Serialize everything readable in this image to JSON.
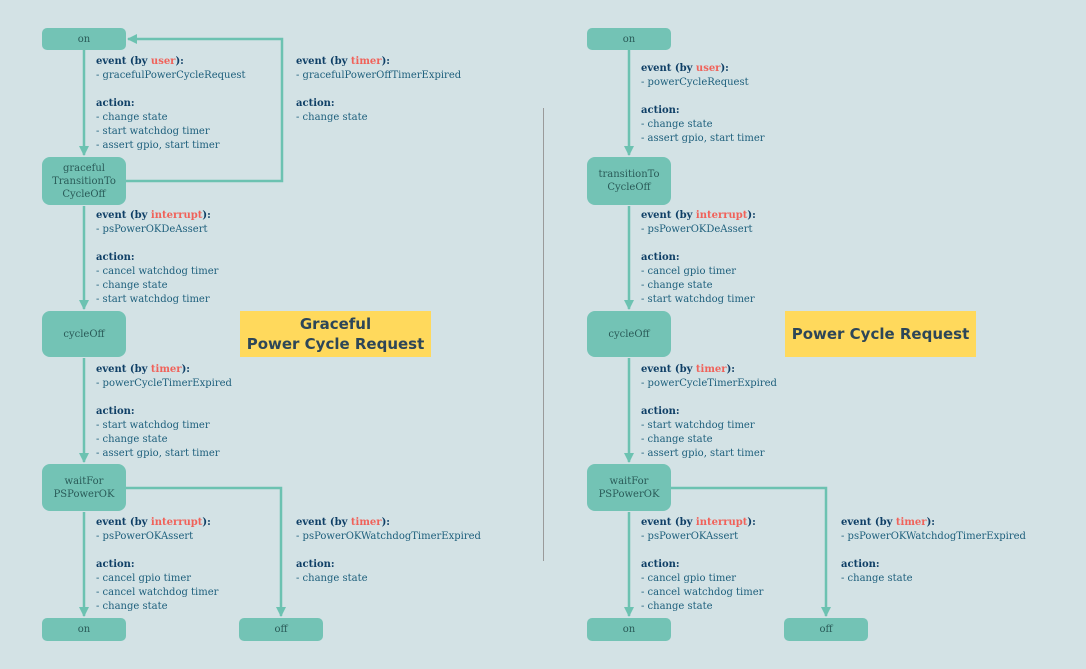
{
  "colors": {
    "node": "#73c3b5",
    "arrow": "#6cc2b1",
    "title_bg": "#ffd95c",
    "event_source": "#f0625a",
    "text": "#1d5f7c",
    "bg": "#d3e2e5"
  },
  "left": {
    "title": "Graceful\nPower Cycle Request",
    "nodes": {
      "on_top": "on",
      "graceful": "graceful\nTransitionTo\nCycleOff",
      "cycleoff": "cycleOff",
      "waitfor": "waitFor\nPSPowerOK",
      "on_bottom": "on",
      "off": "off"
    },
    "a1": {
      "event_prefix": "event (by ",
      "source": "user",
      "event_suffix": "):",
      "items": [
        "- gracefulPowerCycleRequest"
      ],
      "action_label": "action:",
      "actions": [
        "- change state",
        "- start watchdog timer",
        "- assert gpio, start timer"
      ]
    },
    "a_timer": {
      "event_prefix": "event (by ",
      "source": "timer",
      "event_suffix": "):",
      "items": [
        "- gracefulPowerOffTimerExpired"
      ],
      "action_label": "action:",
      "actions": [
        "- change state"
      ]
    },
    "a2": {
      "event_prefix": "event (by ",
      "source": "interrupt",
      "event_suffix": "):",
      "items": [
        "- psPowerOKDeAssert"
      ],
      "action_label": "action:",
      "actions": [
        "- cancel watchdog timer",
        "- change state",
        "- start watchdog timer"
      ]
    },
    "a3": {
      "event_prefix": "event (by ",
      "source": "timer",
      "event_suffix": "):",
      "items": [
        "- powerCycleTimerExpired"
      ],
      "action_label": "action:",
      "actions": [
        "- start watchdog timer",
        "- change state",
        "- assert gpio, start timer"
      ]
    },
    "a4": {
      "event_prefix": "event (by ",
      "source": "interrupt",
      "event_suffix": "):",
      "items": [
        "- psPowerOKAssert"
      ],
      "action_label": "action:",
      "actions": [
        "- cancel gpio timer",
        "- cancel watchdog timer",
        "- change state"
      ]
    },
    "a5": {
      "event_prefix": "event (by ",
      "source": "timer",
      "event_suffix": "):",
      "items": [
        "- psPowerOKWatchdogTimerExpired"
      ],
      "action_label": "action:",
      "actions": [
        "- change state"
      ]
    }
  },
  "right": {
    "title": "Power Cycle Request",
    "nodes": {
      "on_top": "on",
      "transition": "transitionTo\nCycleOff",
      "cycleoff": "cycleOff",
      "waitfor": "waitFor\nPSPowerOK",
      "on_bottom": "on",
      "off": "off"
    },
    "a1": {
      "event_prefix": "event (by ",
      "source": "user",
      "event_suffix": "):",
      "items": [
        "- powerCycleRequest"
      ],
      "action_label": "action:",
      "actions": [
        "- change state",
        "- assert gpio, start timer"
      ]
    },
    "a2": {
      "event_prefix": "event (by ",
      "source": "interrupt",
      "event_suffix": "):",
      "items": [
        "- psPowerOKDeAssert"
      ],
      "action_label": "action:",
      "actions": [
        "- cancel gpio timer",
        "- change state",
        "- start watchdog timer"
      ]
    },
    "a3": {
      "event_prefix": "event (by ",
      "source": "timer",
      "event_suffix": "):",
      "items": [
        "- powerCycleTimerExpired"
      ],
      "action_label": "action:",
      "actions": [
        "- start watchdog timer",
        "- change state",
        "- assert gpio, start timer"
      ]
    },
    "a4": {
      "event_prefix": "event (by ",
      "source": "interrupt",
      "event_suffix": "):",
      "items": [
        "- psPowerOKAssert"
      ],
      "action_label": "action:",
      "actions": [
        "- cancel gpio timer",
        "- cancel watchdog timer",
        "- change state"
      ]
    },
    "a5": {
      "event_prefix": "event (by ",
      "source": "timer",
      "event_suffix": "):",
      "items": [
        "- psPowerOKWatchdogTimerExpired"
      ],
      "action_label": "action:",
      "actions": [
        "- change state"
      ]
    }
  }
}
